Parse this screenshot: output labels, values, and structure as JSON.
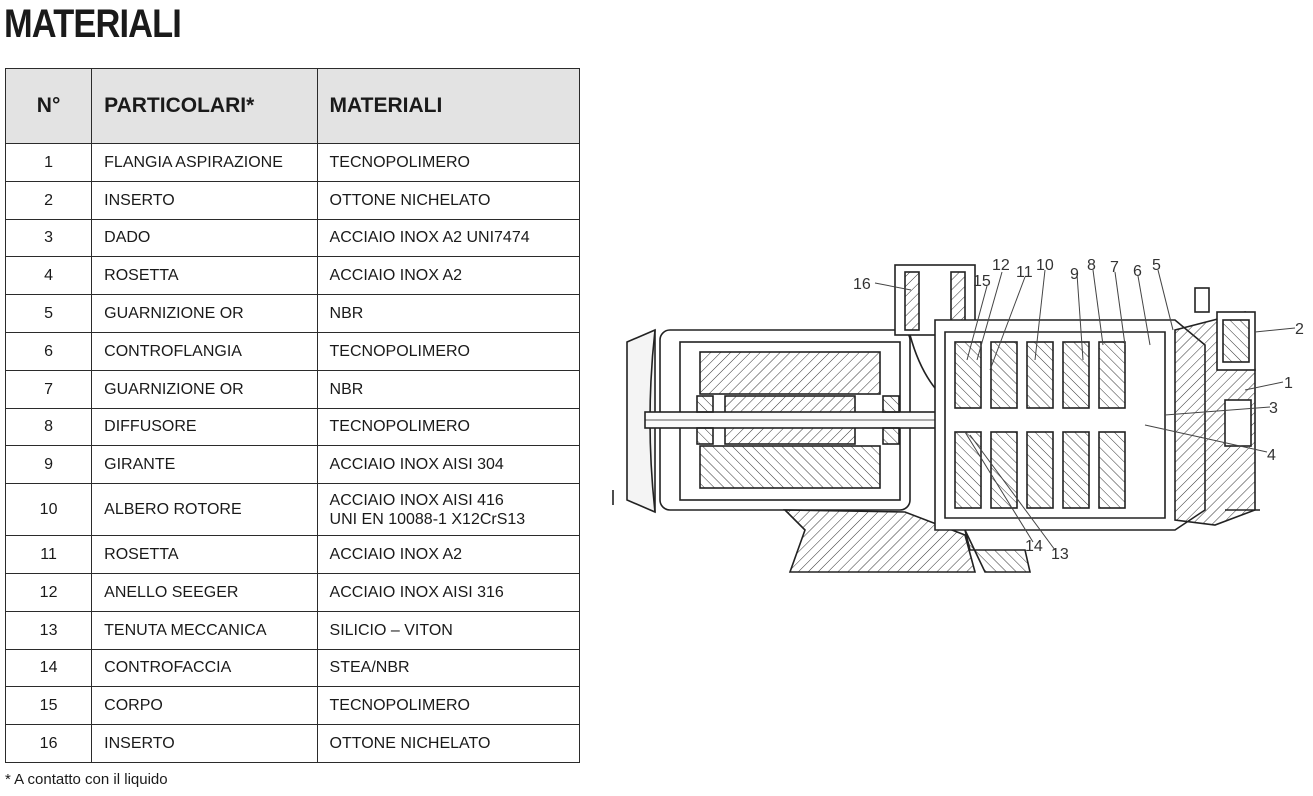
{
  "title": "MATERIALI",
  "table": {
    "headers": [
      "N°",
      "PARTICOLARI*",
      "MATERIALI"
    ],
    "rows": [
      {
        "n": "1",
        "part": "FLANGIA ASPIRAZIONE",
        "mat": "TECNOPOLIMERO",
        "mat2": ""
      },
      {
        "n": "2",
        "part": "INSERTO",
        "mat": "OTTONE NICHELATO",
        "mat2": ""
      },
      {
        "n": "3",
        "part": "DADO",
        "mat": "ACCIAIO INOX A2 UNI7474",
        "mat2": ""
      },
      {
        "n": "4",
        "part": "ROSETTA",
        "mat": "ACCIAIO INOX A2",
        "mat2": ""
      },
      {
        "n": "5",
        "part": "GUARNIZIONE OR",
        "mat": "NBR",
        "mat2": ""
      },
      {
        "n": "6",
        "part": "CONTROFLANGIA",
        "mat": "TECNOPOLIMERO",
        "mat2": ""
      },
      {
        "n": "7",
        "part": "GUARNIZIONE OR",
        "mat": "NBR",
        "mat2": ""
      },
      {
        "n": "8",
        "part": "DIFFUSORE",
        "mat": "TECNOPOLIMERO",
        "mat2": ""
      },
      {
        "n": "9",
        "part": "GIRANTE",
        "mat": "ACCIAIO INOX AISI 304",
        "mat2": ""
      },
      {
        "n": "10",
        "part": "ALBERO ROTORE",
        "mat": "ACCIAIO INOX AISI 416",
        "mat2": "UNI EN 10088-1 X12CrS13"
      },
      {
        "n": "11",
        "part": "ROSETTA",
        "mat": "ACCIAIO INOX A2",
        "mat2": ""
      },
      {
        "n": "12",
        "part": "ANELLO SEEGER",
        "mat": "ACCIAIO INOX AISI 316",
        "mat2": ""
      },
      {
        "n": "13",
        "part": "TENUTA MECCANICA",
        "mat": "SILICIO – VITON",
        "mat2": ""
      },
      {
        "n": "14",
        "part": "CONTROFACCIA",
        "mat": "STEA/NBR",
        "mat2": ""
      },
      {
        "n": "15",
        "part": "CORPO",
        "mat": "TECNOPOLIMERO",
        "mat2": ""
      },
      {
        "n": "16",
        "part": "INSERTO",
        "mat": "OTTONE NICHELATO",
        "mat2": ""
      }
    ]
  },
  "footnote": "* A contatto con il liquido",
  "diagram": {
    "labels": [
      "16",
      "15",
      "12",
      "11",
      "10",
      "9",
      "8",
      "7",
      "6",
      "5",
      "2",
      "1",
      "3",
      "4",
      "14",
      "13"
    ]
  }
}
